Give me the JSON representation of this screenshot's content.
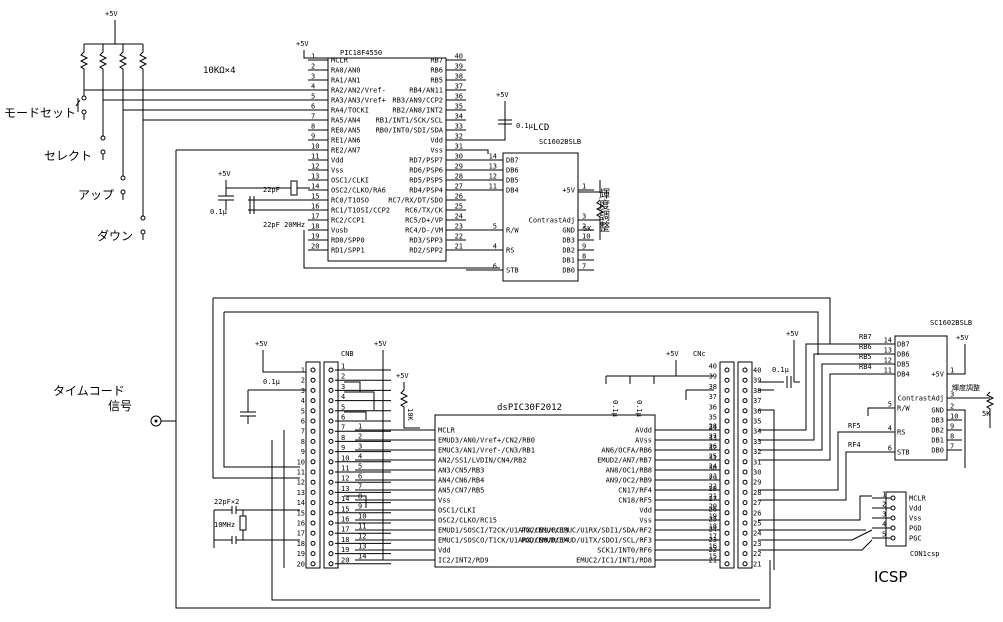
{
  "labels": {
    "vcc": "+5V",
    "pic_name": "PIC18F4550",
    "resistors": "10KΩ×4",
    "mode_set": "モードセット",
    "select": "セレクト",
    "up": "アップ",
    "down": "ダウン",
    "lcd": "LCD",
    "lcd_model": "SC1602BSLB",
    "cap_01u": "0.1μ",
    "cap_22p": "22pF",
    "xtal_20": "22pF 20MHz",
    "contrast": "輝度調整",
    "five_k": "5K",
    "timecode_1": "タイムコード",
    "timecode_2": "信号",
    "dspic_name": "dsPIC30F2012",
    "cnb": "CNB",
    "cnc": "CNc",
    "ten_k": "10K",
    "cap_22p_x2": "22pF×2",
    "xtal_10": "10MHz",
    "icsp_conn": "CON1csp",
    "icsp": "ICSP",
    "rb7": "RB7",
    "rb6": "RB6",
    "rb5": "RB5",
    "rb4": "RB4",
    "rf5": "RF5",
    "rf4": "RF4"
  },
  "pic_left": [
    {
      "n": "1",
      "t": "MCLR"
    },
    {
      "n": "2",
      "t": "RA0/AN0"
    },
    {
      "n": "3",
      "t": "RA1/AN1"
    },
    {
      "n": "4",
      "t": "RA2/AN2/Vref-"
    },
    {
      "n": "5",
      "t": "RA3/AN3/Vref+"
    },
    {
      "n": "6",
      "t": "RA4/TOCKI"
    },
    {
      "n": "7",
      "t": "RA5/AN4"
    },
    {
      "n": "8",
      "t": "RE0/AN5"
    },
    {
      "n": "9",
      "t": "RE1/AN6"
    },
    {
      "n": "10",
      "t": "RE2/AN7"
    },
    {
      "n": "11",
      "t": "Vdd"
    },
    {
      "n": "12",
      "t": "Vss"
    },
    {
      "n": "13",
      "t": "OSC1/CLKI"
    },
    {
      "n": "14",
      "t": "OSC2/CLKO/RA6"
    },
    {
      "n": "15",
      "t": "RC0/T1OSO"
    },
    {
      "n": "16",
      "t": "RC1/T1OSI/CCP2"
    },
    {
      "n": "17",
      "t": "RC2/CCP1"
    },
    {
      "n": "18",
      "t": "Vusb"
    },
    {
      "n": "19",
      "t": "RD0/SPP0"
    },
    {
      "n": "20",
      "t": "RD1/SPP1"
    }
  ],
  "pic_right": [
    {
      "n": "40",
      "t": "RB7"
    },
    {
      "n": "39",
      "t": "RB6"
    },
    {
      "n": "38",
      "t": "RB5"
    },
    {
      "n": "37",
      "t": "RB4/AN11"
    },
    {
      "n": "36",
      "t": "RB3/AN9/CCP2"
    },
    {
      "n": "35",
      "t": "RB2/AN8/INT2"
    },
    {
      "n": "34",
      "t": "RB1/INT1/SCK/SCL"
    },
    {
      "n": "33",
      "t": "RB0/INT0/SDI/SDA"
    },
    {
      "n": "32",
      "t": "Vdd"
    },
    {
      "n": "31",
      "t": "Vss"
    },
    {
      "n": "30",
      "t": "RD7/PSP7"
    },
    {
      "n": "29",
      "t": "RD6/PSP6"
    },
    {
      "n": "28",
      "t": "RD5/PSP5"
    },
    {
      "n": "27",
      "t": "RD4/PSP4"
    },
    {
      "n": "26",
      "t": "RC7/RX/DT/SDO"
    },
    {
      "n": "25",
      "t": "RC6/TX/CK"
    },
    {
      "n": "24",
      "t": "RC5/D+/VP"
    },
    {
      "n": "23",
      "t": "RC4/D-/VM"
    },
    {
      "n": "22",
      "t": "RD3/SPP3"
    },
    {
      "n": "21",
      "t": "RD2/SPP2"
    }
  ],
  "lcd_pins": [
    {
      "n": "14",
      "t": "DB7"
    },
    {
      "n": "13",
      "t": "DB6"
    },
    {
      "n": "12",
      "t": "DB5"
    },
    {
      "n": "11",
      "t": "DB4"
    },
    {
      "n": "5",
      "t": "R/W"
    },
    {
      "n": "4",
      "t": "RS"
    },
    {
      "n": "6",
      "t": "STB"
    }
  ],
  "lcd_right": [
    {
      "n": "1",
      "t": "+5V"
    },
    {
      "n": "3",
      "t": "ContrastAdj"
    },
    {
      "n": "2",
      "t": "GND"
    },
    {
      "n": "10",
      "t": "DB3"
    },
    {
      "n": "9",
      "t": "DB2"
    },
    {
      "n": "8",
      "t": "DB1"
    },
    {
      "n": "7",
      "t": "DB0"
    }
  ],
  "ds_left": [
    {
      "n": "1",
      "t": "MCLR"
    },
    {
      "n": "2",
      "t": "EMUD3/AN0/Vref+/CN2/RB0"
    },
    {
      "n": "3",
      "t": "EMUC3/AN1/Vref-/CN3/RB1"
    },
    {
      "n": "4",
      "t": "AN2/SS1/LVDIN/CN4/RB2"
    },
    {
      "n": "5",
      "t": "AN3/CN5/RB3"
    },
    {
      "n": "6",
      "t": "AN4/CN6/RB4"
    },
    {
      "n": "7",
      "t": "AN5/CN7/RB5"
    },
    {
      "n": "8",
      "t": "Vss"
    },
    {
      "n": "9",
      "t": "OSC1/CLKI"
    },
    {
      "n": "10",
      "t": "OSC2/CLKO/RC15"
    },
    {
      "n": "11",
      "t": "EMUD1/SOSCI/T2CK/U1ATX/CN1/RC13"
    },
    {
      "n": "12",
      "t": "EMUC1/SOSCO/T1CK/U1ARX/CN0/RC14"
    },
    {
      "n": "13",
      "t": "Vdd"
    },
    {
      "n": "14",
      "t": "IC2/INT2/RD9"
    }
  ],
  "ds_right": [
    {
      "n": "28",
      "t": "AVdd"
    },
    {
      "n": "27",
      "t": "AVss"
    },
    {
      "n": "26",
      "t": "AN6/OCFA/RB6"
    },
    {
      "n": "25",
      "t": "EMUD2/AN7/RB7"
    },
    {
      "n": "24",
      "t": "AN8/OC1/RB8"
    },
    {
      "n": "23",
      "t": "AN9/OC2/RB9"
    },
    {
      "n": "22",
      "t": "CN17/RF4"
    },
    {
      "n": "21",
      "t": "CN18/RF5"
    },
    {
      "n": "20",
      "t": "Vdd"
    },
    {
      "n": "19",
      "t": "Vss"
    },
    {
      "n": "18",
      "t": "PGC/EMUC/EMUC/U1RX/SDI1/SDA/RF2"
    },
    {
      "n": "17",
      "t": "PGD/EMUD/EMUD/U1TX/SDO1/SCL/RF3"
    },
    {
      "n": "16",
      "t": "SCK1/INT0/RF6"
    },
    {
      "n": "15",
      "t": "EMUC2/IC1/INT1/RD8"
    }
  ],
  "lcd2_pins": [
    {
      "n": "14",
      "t": "DB7"
    },
    {
      "n": "13",
      "t": "DB6"
    },
    {
      "n": "12",
      "t": "DB5"
    },
    {
      "n": "11",
      "t": "DB4"
    },
    {
      "n": "5",
      "t": "R/W"
    },
    {
      "n": "4",
      "t": "RS"
    },
    {
      "n": "6",
      "t": "STB"
    }
  ],
  "lcd2_right": [
    {
      "n": "1",
      "t": "+5V"
    },
    {
      "n": "3",
      "t": "ContrastAdj"
    },
    {
      "n": "2",
      "t": "GND"
    },
    {
      "n": "10",
      "t": "DB3"
    },
    {
      "n": "9",
      "t": "DB2"
    },
    {
      "n": "8",
      "t": "DB1"
    },
    {
      "n": "7",
      "t": "DB0"
    }
  ],
  "cnb_nums": [
    "1",
    "2",
    "3",
    "4",
    "5",
    "6",
    "7",
    "8",
    "9",
    "10",
    "11",
    "12",
    "13",
    "14",
    "15",
    "16",
    "17",
    "18",
    "19",
    "20"
  ],
  "cnb_inner": [
    "1",
    "2",
    "3",
    "4",
    "5",
    "6",
    "7",
    "8",
    "9",
    "10",
    "11",
    "12",
    "13",
    "14",
    "15",
    "16",
    "17",
    "18",
    "19",
    "20"
  ],
  "cnc_nums": [
    "40",
    "39",
    "38",
    "37",
    "36",
    "35",
    "34",
    "33",
    "32",
    "31",
    "30",
    "29",
    "28",
    "27",
    "26",
    "25",
    "24",
    "23",
    "22",
    "21"
  ],
  "cnc_inner": [
    "40",
    "39",
    "38",
    "37",
    "36",
    "35",
    "34",
    "33",
    "32",
    "31",
    "30",
    "29",
    "28",
    "27",
    "26",
    "25",
    "24",
    "23",
    "22",
    "21"
  ],
  "icsp_pins": [
    {
      "n": "1",
      "t": "MCLR"
    },
    {
      "n": "2",
      "t": "Vdd"
    },
    {
      "n": "3",
      "t": "Vss"
    },
    {
      "n": "4",
      "t": "PGD"
    },
    {
      "n": "5",
      "t": "PGC"
    }
  ]
}
